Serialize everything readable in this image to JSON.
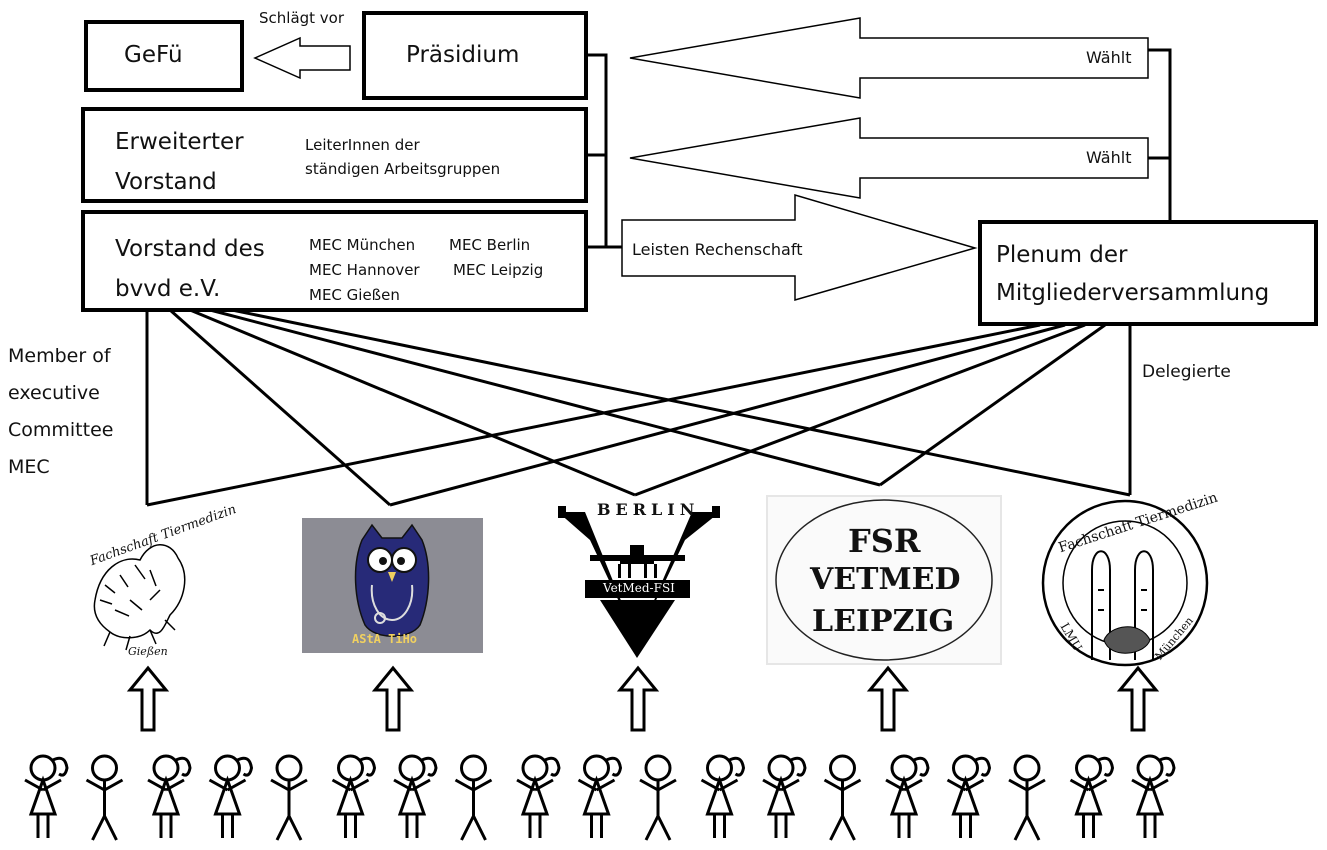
{
  "boxes": {
    "gefu": {
      "title": "GeFü"
    },
    "praesidium": {
      "title": "Präsidium"
    },
    "erweiterter": {
      "title_line1": "Erweiterter",
      "title_line2": "Vorstand",
      "note_line1": "LeiterInnen der",
      "note_line2": "ständigen Arbeitsgruppen"
    },
    "vorstand": {
      "title_line1": "Vorstand des",
      "title_line2": "bvvd e.V.",
      "members": [
        "MEC München",
        "MEC Berlin",
        "MEC Hannover",
        "MEC Leipzig",
        "MEC Gießen"
      ]
    },
    "plenum": {
      "title_line1": "Plenum der",
      "title_line2": "Mitgliederversammlung"
    }
  },
  "arrows": {
    "schlaegt_vor": "Schlägt vor",
    "waehlt_1": "Wählt",
    "waehlt_2": "Wählt",
    "rechenschaft": "Leisten Rechenschaft"
  },
  "side_labels": {
    "mec_lines": [
      "Member of",
      "executive",
      "Committee",
      "MEC"
    ],
    "delegierte": "Delegierte"
  },
  "logos": {
    "giessen": {
      "arc": "Fachschaft Tiermedizin",
      "bottom": "Gießen"
    },
    "hannover": {
      "bottom": "AStA TiHo"
    },
    "berlin": {
      "top": "BERLIN",
      "band": "VetMed-FSI"
    },
    "leipzig": {
      "line1": "FSR",
      "line2": "VETMED",
      "line3": "LEIPZIG"
    },
    "muenchen": {
      "arc": "Fachschaft Tiermedizin",
      "left": "LMU",
      "right": "München"
    }
  },
  "colors": {
    "line": "#000000",
    "owl_bg": "#8c8c94",
    "owl": "#272a78"
  },
  "people_count": 19
}
